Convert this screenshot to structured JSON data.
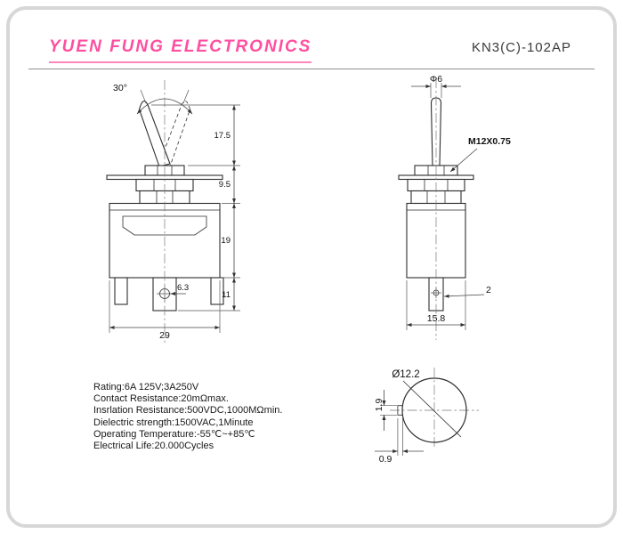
{
  "header": {
    "brand": "YUEN FUNG ELECTRONICS",
    "part_number": "KN3(C)-102AP"
  },
  "front_view": {
    "angle": "30°",
    "lever_height": "17.5",
    "bushing_height": "9.5",
    "body_height": "19",
    "terminal_length": "11",
    "terminal_hole_dia": "6.3",
    "body_width": "29"
  },
  "side_view": {
    "lever_dia": "Φ6",
    "thread": "M12X0.75",
    "terminal_thickness": "2",
    "body_depth": "15.8"
  },
  "panel_cutout": {
    "hole_dia": "Ø12.2",
    "key_width": "1.9",
    "key_depth": "0.9"
  },
  "specs": {
    "lines": [
      "Rating:6A 125V;3A250V",
      "Contact Resistance:20mΩmax.",
      "Insrlation Resistance:500VDC,1000MΩmin.",
      "Dielectric strength:1500VAC,1Minute",
      "Operating Temperature:-55℃~+85℃",
      "Electrical Life:20.000Cycles"
    ]
  }
}
